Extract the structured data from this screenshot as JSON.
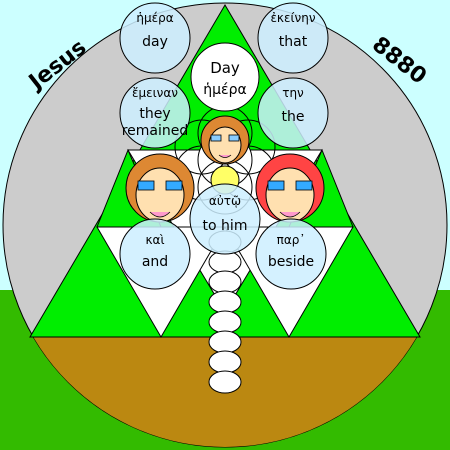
{
  "corner_left": "Jesus",
  "corner_right": "8880",
  "center": {
    "english": "Day",
    "greek": "ἡμέρα"
  },
  "bubbles": [
    {
      "greek": "ἡμέρα",
      "english": "day"
    },
    {
      "greek": "ἐκείνην",
      "english": "that"
    },
    {
      "greek": "ἔμειναν",
      "english": "they remained"
    },
    {
      "greek": "την",
      "english": "the"
    },
    {
      "greek": "αὐτῷ",
      "english": "to him"
    },
    {
      "greek": "καὶ",
      "english": "and"
    },
    {
      "greek": "παρ᾽",
      "english": "beside"
    }
  ],
  "colors": {
    "sky": "#ccffff",
    "disc": "#cccccc",
    "triangle": "#00ee00",
    "ground": "#bb8811",
    "grass": "#33bb00",
    "bubble": "#cceeff"
  }
}
